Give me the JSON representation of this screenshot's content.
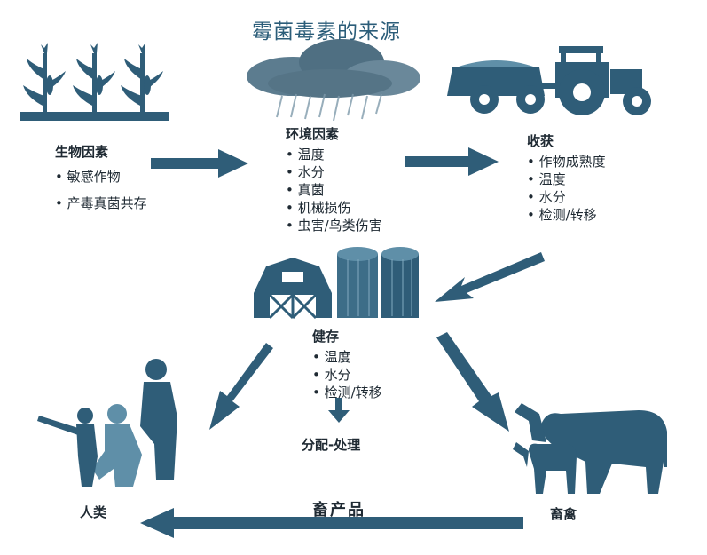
{
  "title": "霉菌毒素的来源",
  "colors": {
    "primary": "#2f5d78",
    "light": "#5f8fa8",
    "cloud": "#4f6f82"
  },
  "biological": {
    "heading": "生物因素",
    "items": [
      "敏感作物",
      "产毒真菌共存"
    ]
  },
  "environment": {
    "heading": "环境因素",
    "items": [
      "温度",
      "水分",
      "真菌",
      "机械损伤",
      "虫害/鸟类伤害"
    ]
  },
  "harvest": {
    "heading": "收获",
    "items": [
      "作物成熟度",
      "温度",
      "水分",
      "检测/转移"
    ]
  },
  "storage": {
    "heading": "健存",
    "items": [
      "温度",
      "水分",
      "检测/转移"
    ]
  },
  "distribution": "分配-处理",
  "humans": "人类",
  "livestock": "畜禽",
  "animal_products": "畜产品"
}
